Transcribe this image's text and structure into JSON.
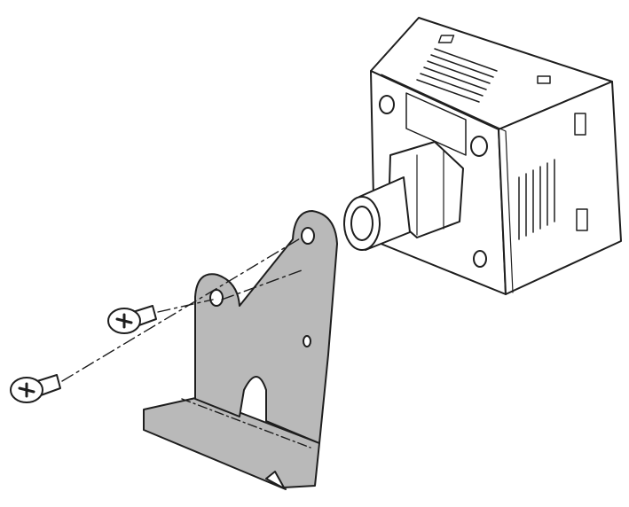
{
  "colors": {
    "background": "#ffffff",
    "line": "#1e1e1e",
    "bracket_fill": "#b9b9b9",
    "bracket_shade": "#9a9a9a",
    "sensor_fill": "#ffffff"
  },
  "parts": [
    "pressure-sensor",
    "fitting",
    "mounting-bracket",
    "screw",
    "screw"
  ]
}
